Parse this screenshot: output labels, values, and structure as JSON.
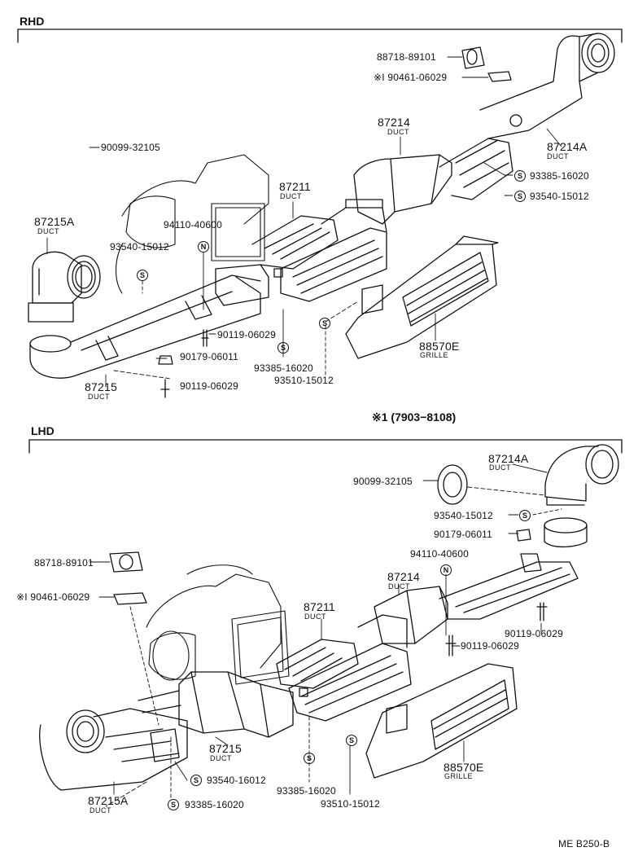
{
  "sections": {
    "rhd": "RHD",
    "lhd": "LHD"
  },
  "note_range": "※1 (7903−8108)",
  "footer_code": "ME B250-B",
  "rhd_labels": {
    "p88718": "88718-89101",
    "p90461": "※I 90461-06029",
    "p87214": "87214",
    "p87214_sub": "DUCT",
    "p87214A": "87214A",
    "p87214A_sub": "DUCT",
    "p93385a": "93385-16020",
    "p93540a": "93540-15012",
    "p90099": "90099-32105",
    "p87211": "87211",
    "p87211_sub": "DUCT",
    "p87215A": "87215A",
    "p87215A_sub": "DUCT",
    "p94110": "94110-40600",
    "p93540b": "93540-15012",
    "p88570E": "88570E",
    "p88570E_sub": "GRILLE",
    "p90119a": "90119-06029",
    "p90179": "90179-06011",
    "p93385b": "93385-16020",
    "p93510": "93510-15012",
    "p87215": "87215",
    "p87215_sub": "DUCT",
    "p90119b": "90119-06029"
  },
  "lhd_labels": {
    "p87214A": "87214A",
    "p87214A_sub": "DUCT",
    "p90099": "90099-32105",
    "p93540a": "93540-15012",
    "p90179": "90179-06011",
    "p94110": "94110-40600",
    "p88718": "88718-89101",
    "p87214": "87214",
    "p87214_sub": "DUCT",
    "p90461": "※I 90461-06029",
    "p87211": "87211",
    "p87211_sub": "DUCT",
    "p90119a": "90119-06029",
    "p90119b": "90119-06029",
    "p87215": "87215",
    "p87215_sub": "DUCT",
    "p88570E": "88570E",
    "p88570E_sub": "GRILLE",
    "p93540b": "93540-16012",
    "p93385": "93385-16020",
    "p93510": "93510-15012",
    "p87215A": "87215A",
    "p87215A_sub": "DUCT",
    "p93385b": "93385-16020"
  },
  "marks": {
    "s": "S",
    "n": "N"
  }
}
